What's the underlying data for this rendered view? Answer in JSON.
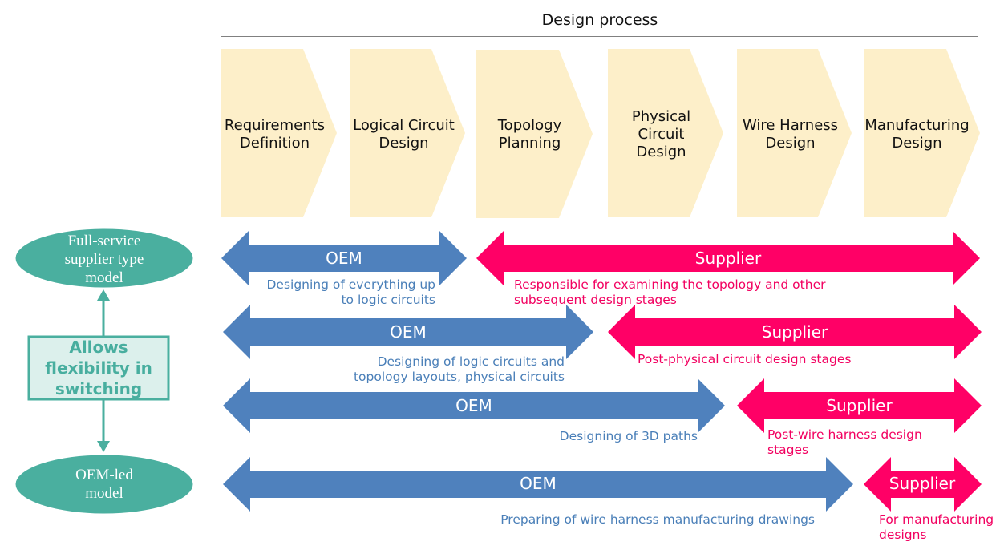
{
  "title": "Design process",
  "stages": [
    "Requirements\nDefinition",
    "Logical Circuit\nDesign",
    "Topology\nPlanning",
    "Physical Circuit\nDesign",
    "Wire Harness\nDesign",
    "Manufacturing\nDesign"
  ],
  "models": {
    "top": "Full-service\nsupplier type\nmodel",
    "bottom": "OEM-led\nmodel",
    "flexibility": "Allows\nflexibility in\nswitching"
  },
  "rows": [
    {
      "oem_label": "OEM",
      "supplier_label": "Supplier",
      "oem_note": "Designing of everything up\nto logic circuits",
      "supplier_note": "Responsible for examining the topology and other\nsubsequent design stages"
    },
    {
      "oem_label": "OEM",
      "supplier_label": "Supplier",
      "oem_note": "Designing of logic circuits and\ntopology layouts, physical circuits",
      "supplier_note": "Post-physical circuit design stages"
    },
    {
      "oem_label": "OEM",
      "supplier_label": "Supplier",
      "oem_note": "Designing of 3D paths",
      "supplier_note": "Post-wire harness design\nstages"
    },
    {
      "oem_label": "OEM",
      "supplier_label": "Supplier",
      "oem_note": "Preparing of wire harness manufacturing drawings",
      "supplier_note": "For manufacturing\ndesigns"
    }
  ],
  "colors": {
    "oem": "#4f81bd",
    "supplier": "#ff0066",
    "stage": "#fdefc9",
    "model": "#4aaf9f",
    "flex_fill": "#dcf0ec"
  }
}
